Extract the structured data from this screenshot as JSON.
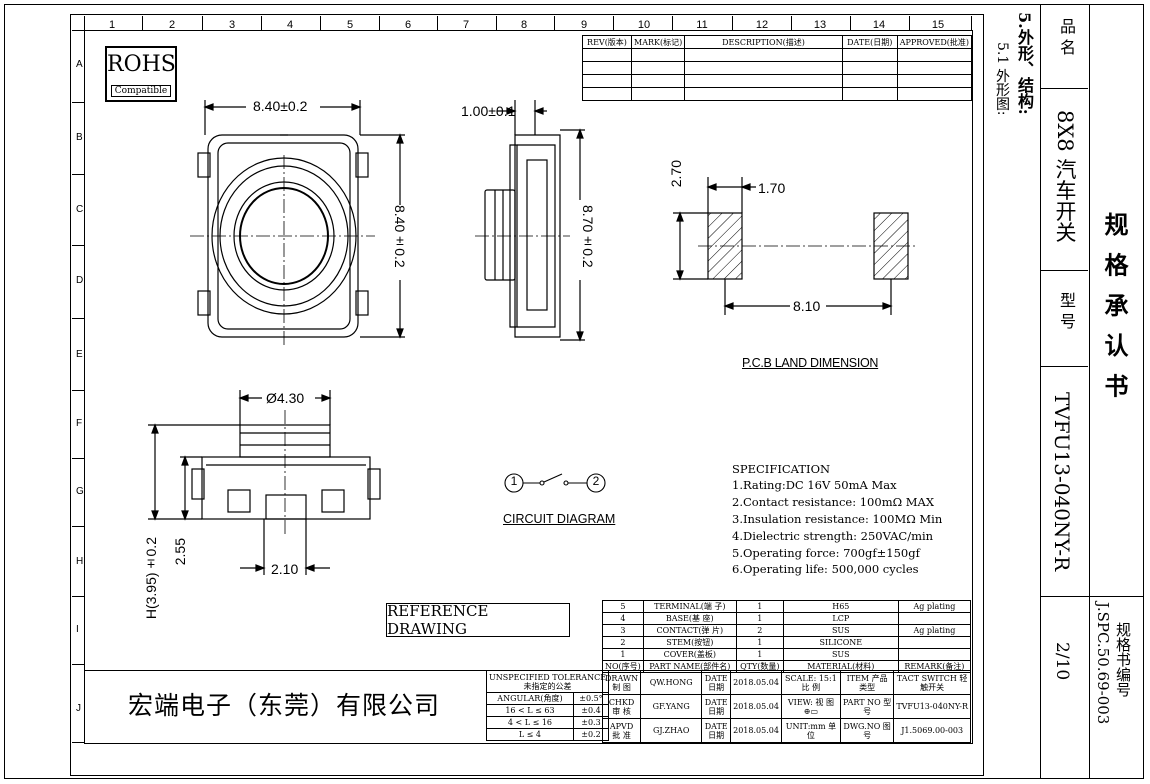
{
  "grid": {
    "columns": [
      "1",
      "2",
      "3",
      "4",
      "5",
      "6",
      "7",
      "8",
      "9",
      "10",
      "11",
      "12",
      "13",
      "14",
      "15"
    ],
    "rows": [
      "A",
      "B",
      "C",
      "D",
      "E",
      "F",
      "G",
      "H",
      "I",
      "J"
    ]
  },
  "rohs": {
    "label": "ROHS",
    "sub": "Compatible"
  },
  "revision_table": {
    "headers": [
      "REV(版本)",
      "MARK(标记)",
      "DESCRIPTION(描述)",
      "DATE(日期)",
      "APPROVED(批准)"
    ]
  },
  "top_view": {
    "width_dim": "8.40±0.2",
    "height_dim": "8.40±0.2"
  },
  "side_view": {
    "thickness_dim": "1.00±0.1",
    "height_dim": "8.70±0.2"
  },
  "pcb": {
    "pad_height": "2.70",
    "pad_width": "1.70",
    "pitch": "8.10",
    "title": "P.C.B LAND DIMENSION"
  },
  "front_view": {
    "dia_dim": "Ø4.30",
    "height_dim": "H(3.95)±0.2",
    "base_dim": "2.55",
    "pin_dim": "2.10"
  },
  "circuit": {
    "pin1": "1",
    "pin2": "2",
    "title": "CIRCUIT DIAGRAM"
  },
  "specification": {
    "title": "SPECIFICATION",
    "lines": [
      "1.Rating:DC 16V 50mA Max",
      "2.Contact resistance: 100mΩ MAX",
      "3.Insulation resistance:  100MΩ Min",
      "4.Dielectric strength:     250VAC/min",
      "5.Operating force: 700gf±150gf",
      "6.Operating life: 500,000 cycles"
    ]
  },
  "reference_label": "REFERENCE DRAWING",
  "parts_table": {
    "rows": [
      [
        "5",
        "TERMINAL(端 子)",
        "1",
        "H65",
        "Ag plating"
      ],
      [
        "4",
        "BASE(基 座)",
        "1",
        "LCP",
        ""
      ],
      [
        "3",
        "CONTACT(弹 片)",
        "2",
        "SUS",
        "Ag plating"
      ],
      [
        "2",
        "STEM(按钮)",
        "1",
        "SILICONE",
        ""
      ],
      [
        "1",
        "COVER(盖板)",
        "1",
        "SUS",
        ""
      ]
    ],
    "headers": [
      "NO(序号)",
      "PART NAME(部件名)",
      "QTY(数量)",
      "MATERIAL(材料)",
      "REMARK(备注)"
    ]
  },
  "tolerance": {
    "header1": "UNSPECIFIED  TOLERANCE",
    "header2": "未指定的公差",
    "rows": [
      [
        "ANGULAR(角度)",
        "±0.5°"
      ],
      [
        "16 < L ≤ 63",
        "±0.4"
      ],
      [
        "4 < L ≤ 16",
        "±0.3"
      ],
      [
        "L ≤ 4",
        "±0.2"
      ]
    ]
  },
  "approval": {
    "drawn_label": "DRAWN 制 图",
    "drawn_by": "QW.HONG",
    "chkd_label": "CHKD 审 核",
    "chkd_by": "GF.YANG",
    "apvd_label": "APVD 批 准",
    "apvd_by": "GJ.ZHAO",
    "date_label": "DATE 日期",
    "date": "2018.05.04",
    "scale": "SCALE: 15:1 比 例",
    "view": "VIEW: 视 图",
    "unit": "UNIT:mm 单 位",
    "item_label": "ITEM 产品类型",
    "item_value": "TACT SWITCH 轻触开关",
    "partno_label": "PART NO 型 号",
    "partno_value": "TVFU13-040NY-R",
    "dwgno_label": "DWG.NO 图 号",
    "dwgno_value": "J1.5069.00-003"
  },
  "company": "宏端电子（东莞）有限公司",
  "side_note": {
    "line1": "5.外形、结构:",
    "line2": "5.1 外形图:"
  },
  "title_block": {
    "pin_label": "品  名",
    "pin_value": "8X8 汽车开关",
    "model_label": "型  号",
    "model_value": "TVFU13-040NY-R",
    "page": "2/10",
    "doc_title": "规 格 承 认 书",
    "doc_no_label": "规格书编号",
    "doc_no": "J.SPC.50.69-003"
  }
}
